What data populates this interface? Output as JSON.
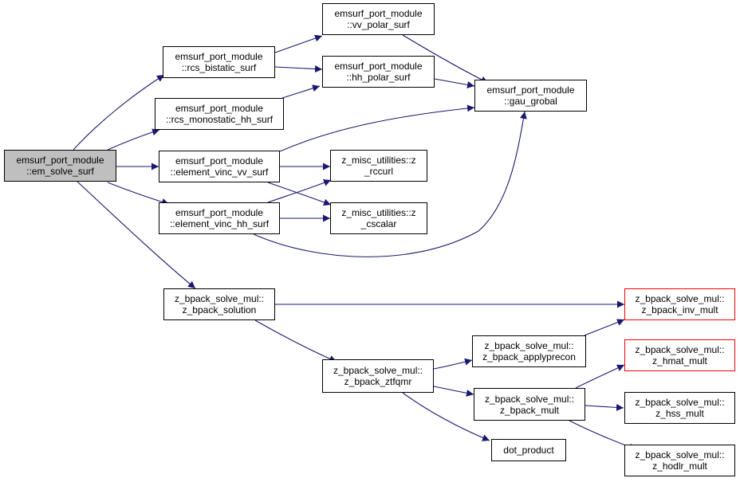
{
  "colors": {
    "edge": "#191970",
    "root_fill": "#bfbfbf",
    "red_border": "#ff0000"
  },
  "nodes": {
    "em_solve_surf": [
      "emsurf_port_module",
      "::em_solve_surf"
    ],
    "rcs_bistatic_surf": [
      "emsurf_port_module",
      "::rcs_bistatic_surf"
    ],
    "rcs_monostatic_hh_surf": [
      "emsurf_port_module",
      "::rcs_monostatic_hh_surf"
    ],
    "element_vinc_vv_surf": [
      "emsurf_port_module",
      "::element_vinc_vv_surf"
    ],
    "element_vinc_hh_surf": [
      "emsurf_port_module",
      "::element_vinc_hh_surf"
    ],
    "vv_polar_surf": [
      "emsurf_port_module",
      "::vv_polar_surf"
    ],
    "hh_polar_surf": [
      "emsurf_port_module",
      "::hh_polar_surf"
    ],
    "gau_grobal": [
      "emsurf_port_module",
      "::gau_grobal"
    ],
    "z_rccurl": [
      "z_misc_utilities::z",
      "_rccurl"
    ],
    "z_cscalar": [
      "z_misc_utilities::z",
      "_cscalar"
    ],
    "z_bpack_solution": [
      "z_bpack_solve_mul::",
      "z_bpack_solution"
    ],
    "z_bpack_inv_mult": [
      "z_bpack_solve_mul::",
      "z_bpack_inv_mult"
    ],
    "z_bpack_applyprecon": [
      "z_bpack_solve_mul::",
      "z_bpack_applyprecon"
    ],
    "z_bpack_ztfqmr": [
      "z_bpack_solve_mul::",
      "z_bpack_ztfqmr"
    ],
    "z_hmat_mult": [
      "z_bpack_solve_mul::",
      "z_hmat_mult"
    ],
    "z_bpack_mult": [
      "z_bpack_solve_mul::",
      "z_bpack_mult"
    ],
    "z_hss_mult": [
      "z_bpack_solve_mul::",
      "z_hss_mult"
    ],
    "dot_product": [
      "dot_product"
    ],
    "z_hodlr_mult": [
      "z_bpack_solve_mul::",
      "z_hodlr_mult"
    ]
  },
  "edges": [
    [
      "em_solve_surf",
      "rcs_bistatic_surf"
    ],
    [
      "em_solve_surf",
      "rcs_monostatic_hh_surf"
    ],
    [
      "em_solve_surf",
      "element_vinc_vv_surf"
    ],
    [
      "em_solve_surf",
      "element_vinc_hh_surf"
    ],
    [
      "em_solve_surf",
      "z_bpack_solution"
    ],
    [
      "rcs_bistatic_surf",
      "vv_polar_surf"
    ],
    [
      "rcs_bistatic_surf",
      "hh_polar_surf"
    ],
    [
      "rcs_monostatic_hh_surf",
      "hh_polar_surf"
    ],
    [
      "vv_polar_surf",
      "gau_grobal"
    ],
    [
      "hh_polar_surf",
      "gau_grobal"
    ],
    [
      "element_vinc_vv_surf",
      "gau_grobal"
    ],
    [
      "element_vinc_vv_surf",
      "z_rccurl"
    ],
    [
      "element_vinc_vv_surf",
      "z_cscalar"
    ],
    [
      "element_vinc_hh_surf",
      "z_rccurl"
    ],
    [
      "element_vinc_hh_surf",
      "z_cscalar"
    ],
    [
      "element_vinc_hh_surf",
      "gau_grobal"
    ],
    [
      "z_bpack_solution",
      "z_bpack_inv_mult"
    ],
    [
      "z_bpack_solution",
      "z_bpack_ztfqmr"
    ],
    [
      "z_bpack_ztfqmr",
      "z_bpack_applyprecon"
    ],
    [
      "z_bpack_ztfqmr",
      "z_bpack_mult"
    ],
    [
      "z_bpack_ztfqmr",
      "dot_product"
    ],
    [
      "z_bpack_applyprecon",
      "z_bpack_inv_mult"
    ],
    [
      "z_bpack_mult",
      "z_hmat_mult"
    ],
    [
      "z_bpack_mult",
      "z_hss_mult"
    ],
    [
      "z_bpack_mult",
      "z_hodlr_mult"
    ]
  ]
}
